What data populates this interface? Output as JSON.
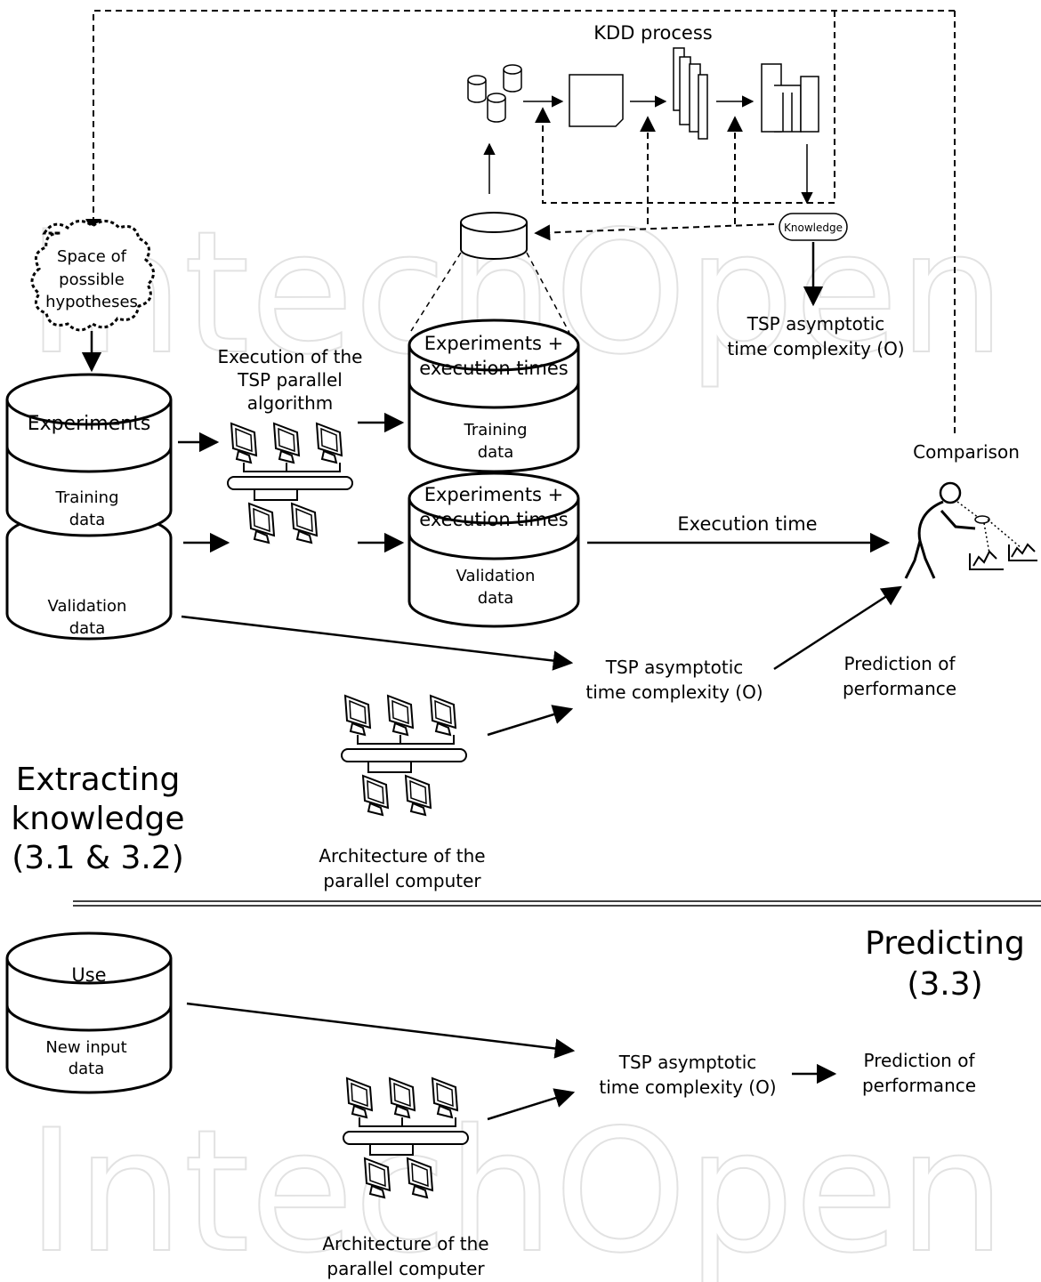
{
  "watermark": "IntechOpen",
  "kdd": {
    "title": "KDD process",
    "knowledge": "Knowledge"
  },
  "hypotheses": {
    "line1": "Space of",
    "line2": "possible",
    "line3": "hypotheses"
  },
  "experiments_db": {
    "top": "Experiments",
    "training_1": "Training",
    "training_2": "data",
    "validation_1": "Validation",
    "validation_2": "data"
  },
  "execution_label": {
    "line1": "Execution of the",
    "line2": "TSP parallel",
    "line3": "algorithm"
  },
  "training_db": {
    "top1": "Experiments +",
    "top2": "execution times",
    "body1": "Training",
    "body2": "data"
  },
  "validation_db": {
    "top1": "Experiments +",
    "top2": "execution times",
    "body1": "Validation",
    "body2": "data"
  },
  "tsp_top": {
    "line1": "TSP asymptotic",
    "line2": "time complexity (O)"
  },
  "tsp_mid": {
    "line1": "TSP asymptotic",
    "line2": "time complexity (O)"
  },
  "tsp_bottom": {
    "line1": "TSP asymptotic",
    "line2": "time complexity (O)"
  },
  "comparison": "Comparison",
  "execution_time": "Execution time",
  "prediction_mid": {
    "line1": "Prediction of",
    "line2": "performance"
  },
  "prediction_bottom": {
    "line1": "Prediction of",
    "line2": "performance"
  },
  "arch_mid": {
    "line1": "Architecture of the",
    "line2": "parallel computer"
  },
  "arch_bottom": {
    "line1": "Architecture of the",
    "line2": "parallel computer"
  },
  "section_extract": {
    "line1": "Extracting",
    "line2": "knowledge",
    "line3": "(3.1 & 3.2)"
  },
  "section_predict": {
    "line1": "Predicting",
    "line2": "(3.3)"
  },
  "use_db": {
    "top": "Use",
    "body1": "New input",
    "body2": "data"
  }
}
